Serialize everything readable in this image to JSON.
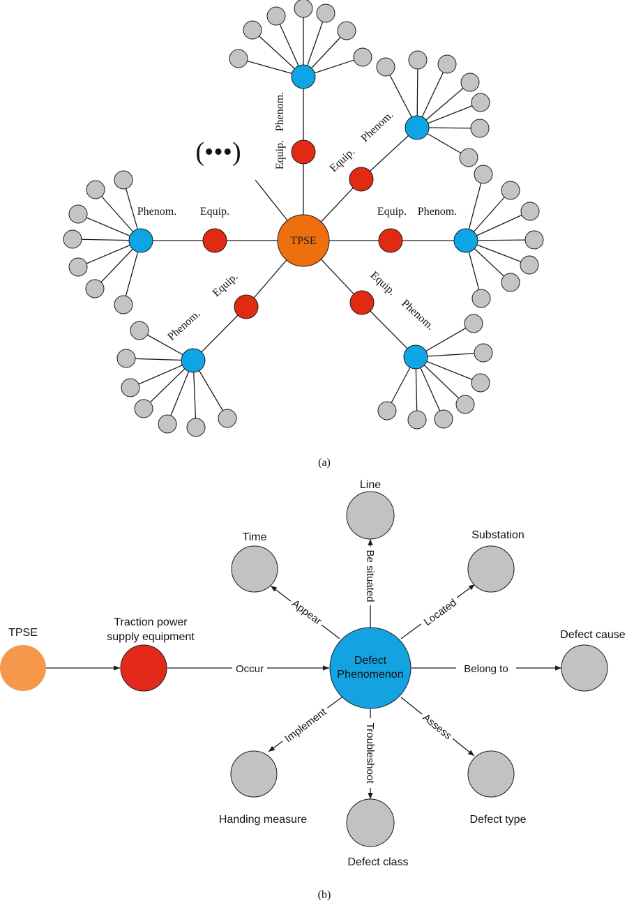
{
  "colors": {
    "center": "#ee6f0e",
    "equipment": "#e02a12",
    "phenomenon": "#0ea5e6",
    "attribute": "#c4c4c4",
    "tpse_b": "#f6984c",
    "equipment_b": "#e2291a",
    "phenomenon_b": "#13a3e3",
    "attribute_b": "#c2c2c2"
  },
  "panel_a": {
    "caption": "(a)",
    "center_label": "TPSE",
    "ellipsis": "(•••)",
    "labels": {
      "left_phenom": "Phenom.",
      "left_equip": "Equip.",
      "right_equip": "Equip.",
      "right_phenom": "Phenom.",
      "top_equip": "Equip.",
      "top_phenom": "Phenom.",
      "topright_equip": "Equip.",
      "topright_phenom": "Phenom.",
      "botleft_phenom": "Phenom.",
      "botleft_equip": "Equip.",
      "botright_equip": "Equip.",
      "botright_phenom": "Phenom."
    }
  },
  "panel_b": {
    "caption": "(b)",
    "nodes": {
      "tpse": "TPSE",
      "equipment_line1": "Traction power",
      "equipment_line2": "supply equipment",
      "phenomenon_line1": "Defect",
      "phenomenon_line2": "Phenomenon",
      "line": "Line",
      "time": "Time",
      "substation": "Substation",
      "defect_cause": "Defect cause",
      "handing_measure": "Handing measure",
      "defect_class": "Defect class",
      "defect_type": "Defect type"
    },
    "relations": {
      "occur": "Occur",
      "be_situated": "Be situated",
      "appear": "Appear",
      "located": "Located",
      "belong_to": "Belong to",
      "implement": "Implement",
      "troubleshoot": "Troubleshoot",
      "assess": "Assess"
    }
  }
}
